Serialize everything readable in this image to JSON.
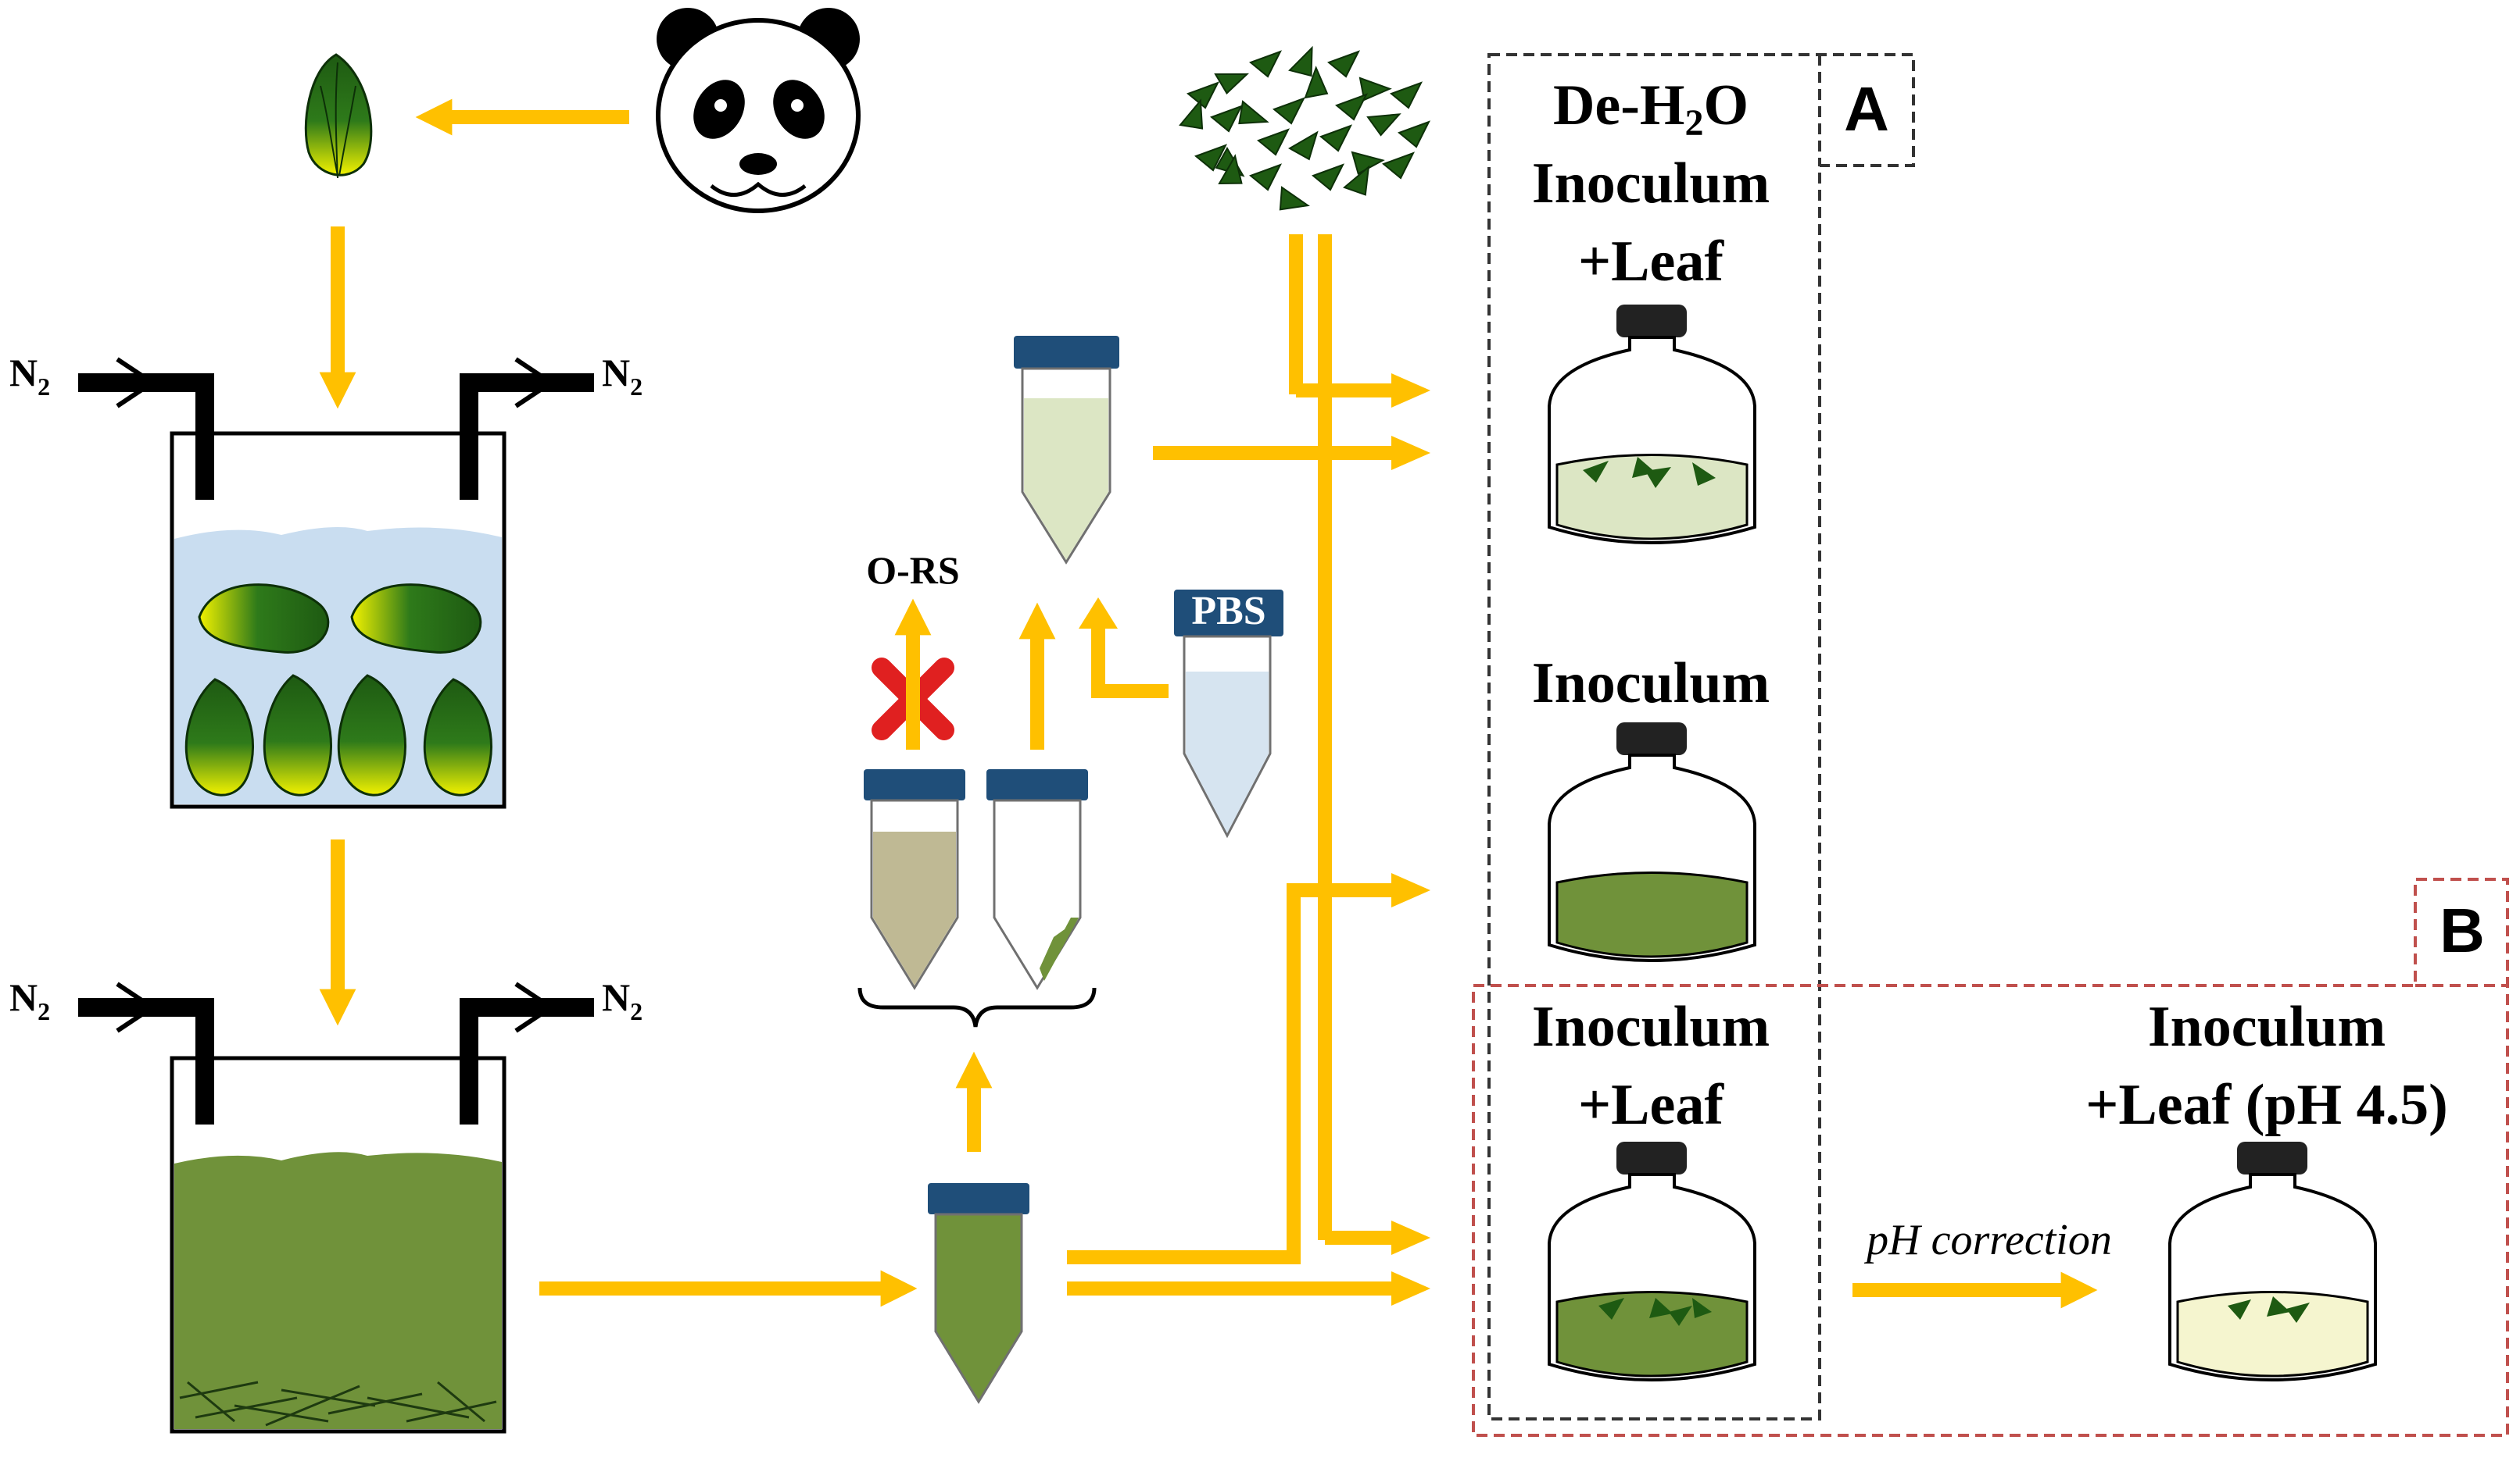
{
  "colors": {
    "arrow": "#FFC000",
    "pipe": "#000000",
    "cap": "#1F4E79",
    "water": "#C9DDF0",
    "green_liquid": "#70923A",
    "light_green_liquid": "#DCE6C4",
    "beige_liquid": "#BFB994",
    "pale_yellow_liquid": "#F5F5CF",
    "pbs_liquid": "#D6E4F0",
    "leaf_dark": "#1E5A12",
    "leaf_yellow": "#F2F200",
    "box_a_border": "#333333",
    "box_b_border": "#C0504D",
    "red_x": "#E02020"
  },
  "gas_labels": {
    "n2_in_1": {
      "main": "N",
      "sub": "2"
    },
    "n2_out_1": {
      "main": "N",
      "sub": "2"
    },
    "n2_in_2": {
      "main": "N",
      "sub": "2"
    },
    "n2_out_2": {
      "main": "N",
      "sub": "2"
    }
  },
  "tubes": {
    "ors_label": "O-RS",
    "pbs_label": "PBS"
  },
  "box_a": {
    "letter": "A",
    "title_line1_main": "De-H",
    "title_line1_sub": "2",
    "title_line1_end": "O",
    "title_line2": "Inoculum",
    "title_line3": "+Leaf",
    "bottle2_label": "Inoculum",
    "bottle3_line1": "Inoculum",
    "bottle3_line2": "+Leaf"
  },
  "box_b": {
    "letter": "B",
    "bottle4_line1": "Inoculum",
    "bottle4_line2": "+Leaf (pH 4.5)",
    "arrow_note": "pH correction"
  },
  "icons": [
    "panda-icon",
    "bamboo-leaf-icon",
    "reactor-vessel-icon",
    "falcon-tube-icon",
    "serum-bottle-icon",
    "red-x-icon",
    "chopped-leaves-icon",
    "curly-brace-icon"
  ]
}
